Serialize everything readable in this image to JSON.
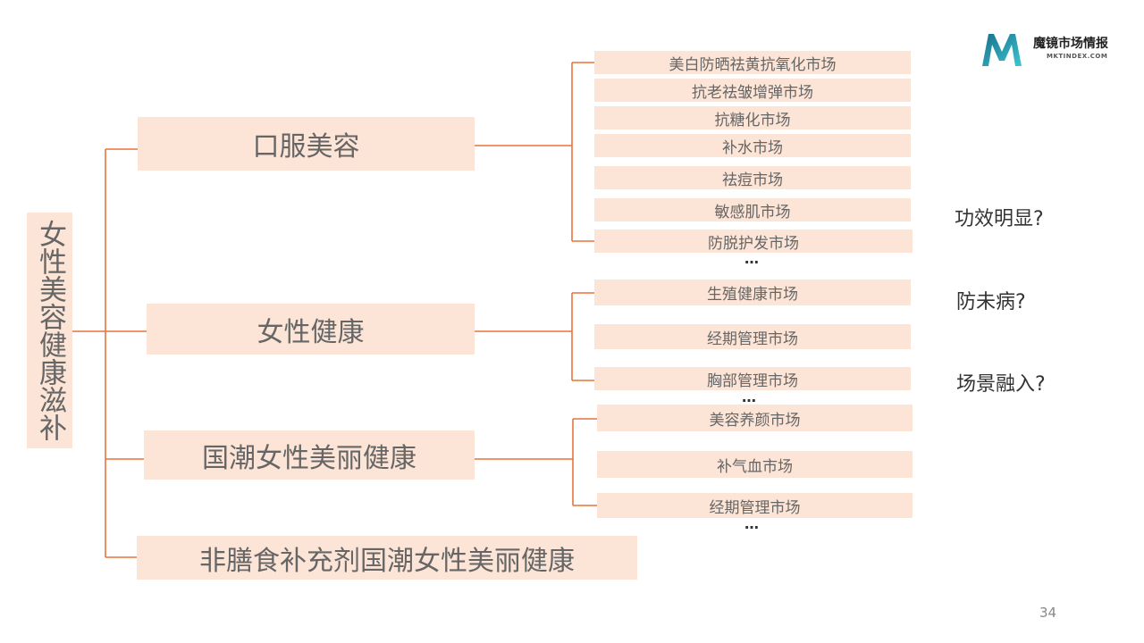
{
  "colors": {
    "box_fill": "#fce4d6",
    "connector": "#e8733a",
    "text": "#666666",
    "logo_accent": "#2bb3c0"
  },
  "logo": {
    "icon": "m-logo-icon",
    "name": "魔镜市场情报",
    "domain": "MKTINDEX.COM"
  },
  "root": {
    "label": "女性美容健康滋补"
  },
  "branches": [
    {
      "label": "口服美容",
      "leaves": [
        "美白防晒祛黄抗氧化市场",
        "抗老祛皱增弹市场",
        "抗糖化市场",
        "补水市场",
        "祛痘市场",
        "敏感肌市场",
        "防脱护发市场"
      ],
      "more": "…"
    },
    {
      "label": "女性健康",
      "leaves": [
        "生殖健康市场",
        "经期管理市场",
        "胸部管理市场"
      ],
      "more": "…"
    },
    {
      "label": "国潮女性美丽健康",
      "leaves": [
        "美容养颜市场",
        "补气血市场",
        "经期管理市场"
      ],
      "more": "…"
    },
    {
      "label": "非膳食补充剂国潮女性美丽健康",
      "leaves": []
    }
  ],
  "notes": [
    "功效明显?",
    "防未病?",
    "场景融入?"
  ],
  "page_number": "34"
}
